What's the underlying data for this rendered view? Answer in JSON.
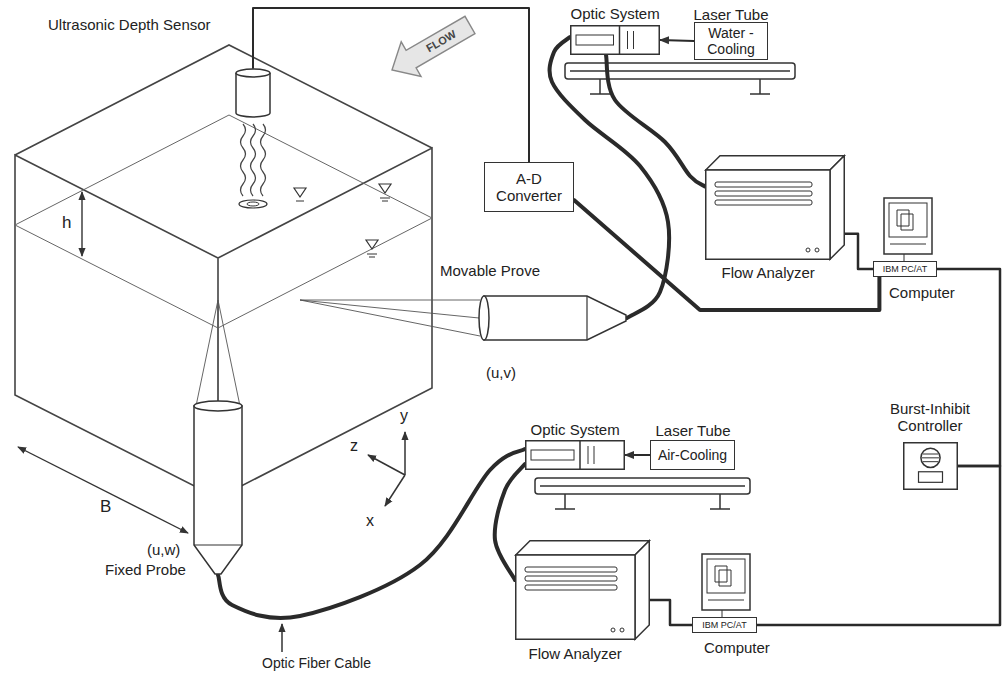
{
  "diagram": {
    "nodes": [
      {
        "text": [
          "Ultrasonic Depth Sensor"
        ]
      },
      {
        "text": [
          "A-D Converter"
        ]
      },
      {
        "text": [
          "Optic System"
        ]
      },
      {
        "text": [
          "Laser Tube",
          "Water -Cooling"
        ]
      },
      {
        "text": [
          "Flow Analyzer"
        ]
      },
      {
        "text": [
          "IBM PC/AT",
          "Computer"
        ]
      },
      {
        "text": [
          "Movable Prove",
          "(u,v)"
        ]
      },
      {
        "text": [
          "Burst-Inhibit Controller"
        ]
      },
      {
        "text": [
          "(u,w)",
          "Fixed Probe"
        ]
      },
      {
        "text": [
          "Optic System"
        ]
      },
      {
        "text": [
          "Laser Tube",
          "Air-Cooling"
        ]
      },
      {
        "text": [
          "Flow Analyzer"
        ]
      },
      {
        "text": [
          "IBM PC/AT",
          "Computer"
        ]
      }
    ],
    "edges": [
      {
        "from": 0,
        "to": 1,
        "arrow": "none"
      },
      {
        "from": 1,
        "to": 5,
        "arrow": "none"
      },
      {
        "from": 6,
        "to": 2,
        "arrow": "none"
      },
      {
        "from": 3,
        "to": 2,
        "arrow": "to"
      },
      {
        "from": 2,
        "to": 4,
        "arrow": "none"
      },
      {
        "from": 4,
        "to": 5,
        "arrow": "none"
      },
      {
        "from": 5,
        "to": 7,
        "arrow": "none"
      },
      {
        "from": 7,
        "to": 12,
        "arrow": "none"
      },
      {
        "from": 8,
        "to": 9,
        "arrow": "none"
      },
      {
        "from": 10,
        "to": 9,
        "arrow": "to"
      },
      {
        "from": 9,
        "to": 11,
        "arrow": "none"
      },
      {
        "from": 11,
        "to": 12,
        "arrow": "none"
      }
    ],
    "labels": [
      "FLOW",
      "h",
      "B",
      "y",
      "z",
      "x",
      "Optic Fiber Cable"
    ]
  }
}
